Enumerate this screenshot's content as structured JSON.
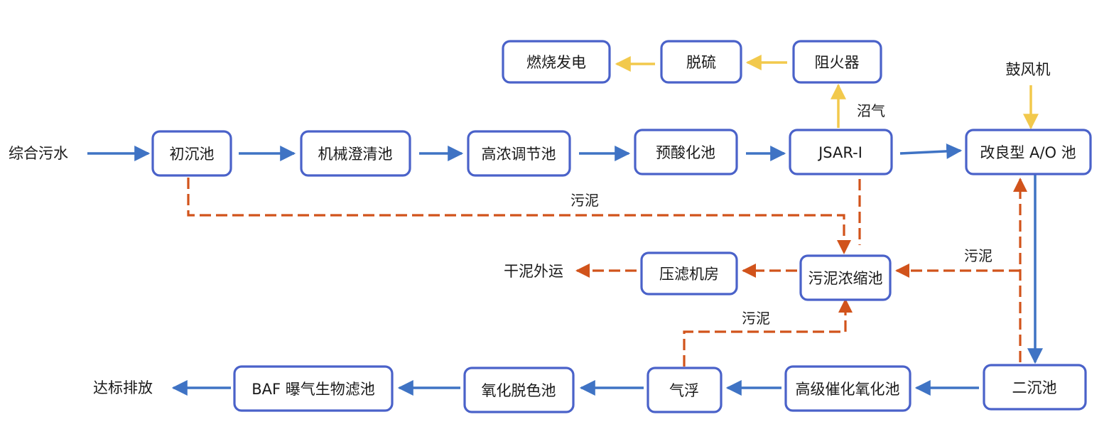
{
  "colors": {
    "box_border": "#4a62c9",
    "water_flow": "#3f73c4",
    "biogas_flow": "#f2c94c",
    "sludge_flow": "#d1531b",
    "text": "#1a1a1a"
  },
  "nodes": {
    "primary_clarifier": "初沉池",
    "mech_clarifier": "机械澄清池",
    "hc_regulating_tank": "高浓调节池",
    "pre_acidification": "预酸化池",
    "jsar": "JSAR-I",
    "improved_ao": "改良型 A/O 池",
    "secondary_clarifier": "二沉池",
    "advanced_oxidation": "高级催化氧化池",
    "air_flotation": "气浮",
    "oxidative_decolor": "氧化脱色池",
    "baf": "BAF 曝气生物滤池",
    "sludge_thickener": "污泥浓缩池",
    "filter_press": "压滤机房",
    "flame_arrester": "阻火器",
    "desulfurization": "脱硫",
    "power_generation": "燃烧发电"
  },
  "free_labels": {
    "inflow": "综合污水",
    "blower": "鼓风机",
    "discharge": "达标排放",
    "dry_sludge": "干泥外运"
  },
  "edge_labels": {
    "biogas": "沼气",
    "sludge_top": "污泥",
    "sludge_right": "污泥",
    "sludge_flotation": "污泥"
  }
}
